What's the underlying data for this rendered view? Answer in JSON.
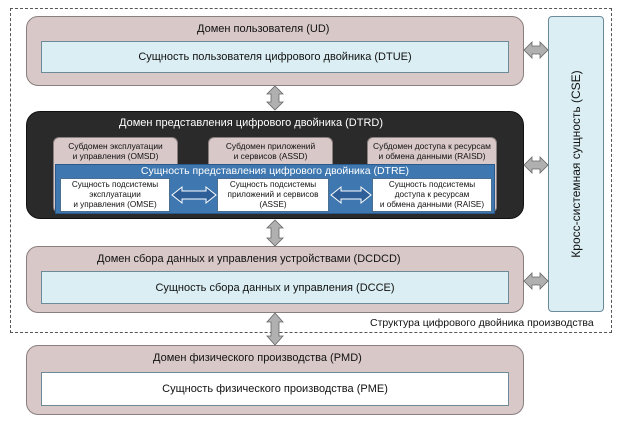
{
  "structure_label": "Структура цифрового двойника производства",
  "ud": {
    "title": "Домен пользователя (UD)",
    "entity": "Сущность пользователя цифрового двойника (DTUE)"
  },
  "dtrd": {
    "title": "Домен представления цифрового двойника (DTRD)",
    "subdomains": [
      {
        "line1": "Субдомен эксплуатации",
        "line2": "и управления (OMSD)"
      },
      {
        "line1": "Субдомен приложений",
        "line2": "и сервисов (ASSD)"
      },
      {
        "line1": "Субдомен доступа к ресурсам",
        "line2": "и обмена данными (RAISD)"
      }
    ],
    "dtre_title": "Сущность представления цифрового двойника (DTRE)",
    "entities": [
      {
        "line1": "Сущность подсистемы",
        "line2": "эксплуатации",
        "line3": "и управления (OMSE)"
      },
      {
        "line1": "Сущность подсистемы",
        "line2": "приложений и сервисов",
        "line3": "(ASSE)"
      },
      {
        "line1": "Сущность подсистемы",
        "line2": "доступа к ресурсам",
        "line3": "и обмена данными (RAISE)"
      }
    ]
  },
  "dcdcd": {
    "title": "Домен сбора данных и управления устройствами (DCDCD)",
    "entity": "Сущность сбора данных и управления (DCCE)"
  },
  "pmd": {
    "title": "Домен физического производства (PMD)",
    "entity": "Сущность физического производства (PME)"
  },
  "cse": {
    "label": "Кросс-системная сущность (CSE)"
  },
  "colors": {
    "domain_fill": "#d8c8c8",
    "entity_fill": "#daeef3",
    "dark_domain_fill": "#2a2a2a",
    "dtre_strip": "#3f78b0",
    "arrow_fill": "#b0b0b0"
  }
}
